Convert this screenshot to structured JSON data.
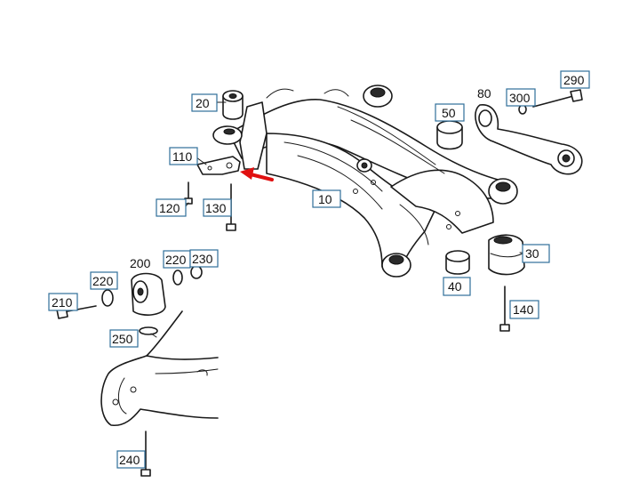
{
  "diagram": {
    "callouts": [
      {
        "id": "c10",
        "text": "10",
        "boxed": true
      },
      {
        "id": "c20",
        "text": "20",
        "boxed": true
      },
      {
        "id": "c30",
        "text": "30",
        "boxed": true
      },
      {
        "id": "c40",
        "text": "40",
        "boxed": true
      },
      {
        "id": "c50",
        "text": "50",
        "boxed": true
      },
      {
        "id": "c80",
        "text": "80",
        "boxed": false
      },
      {
        "id": "c110",
        "text": "110",
        "boxed": true
      },
      {
        "id": "c120",
        "text": "120",
        "boxed": true
      },
      {
        "id": "c130",
        "text": "130",
        "boxed": true
      },
      {
        "id": "c140",
        "text": "140",
        "boxed": true
      },
      {
        "id": "c200",
        "text": "200",
        "boxed": false
      },
      {
        "id": "c210",
        "text": "210",
        "boxed": true
      },
      {
        "id": "c220a",
        "text": "220",
        "boxed": true
      },
      {
        "id": "c220b",
        "text": "220",
        "boxed": true
      },
      {
        "id": "c230",
        "text": "230",
        "boxed": true
      },
      {
        "id": "c240",
        "text": "240",
        "boxed": true
      },
      {
        "id": "c250",
        "text": "250",
        "boxed": true
      },
      {
        "id": "c290",
        "text": "290",
        "boxed": true
      },
      {
        "id": "c300",
        "text": "300",
        "boxed": true
      }
    ],
    "colors": {
      "callout_border": "#2f6f9a",
      "pointer_arrow": "#e01010",
      "line_art": "#1a1a1a"
    }
  }
}
